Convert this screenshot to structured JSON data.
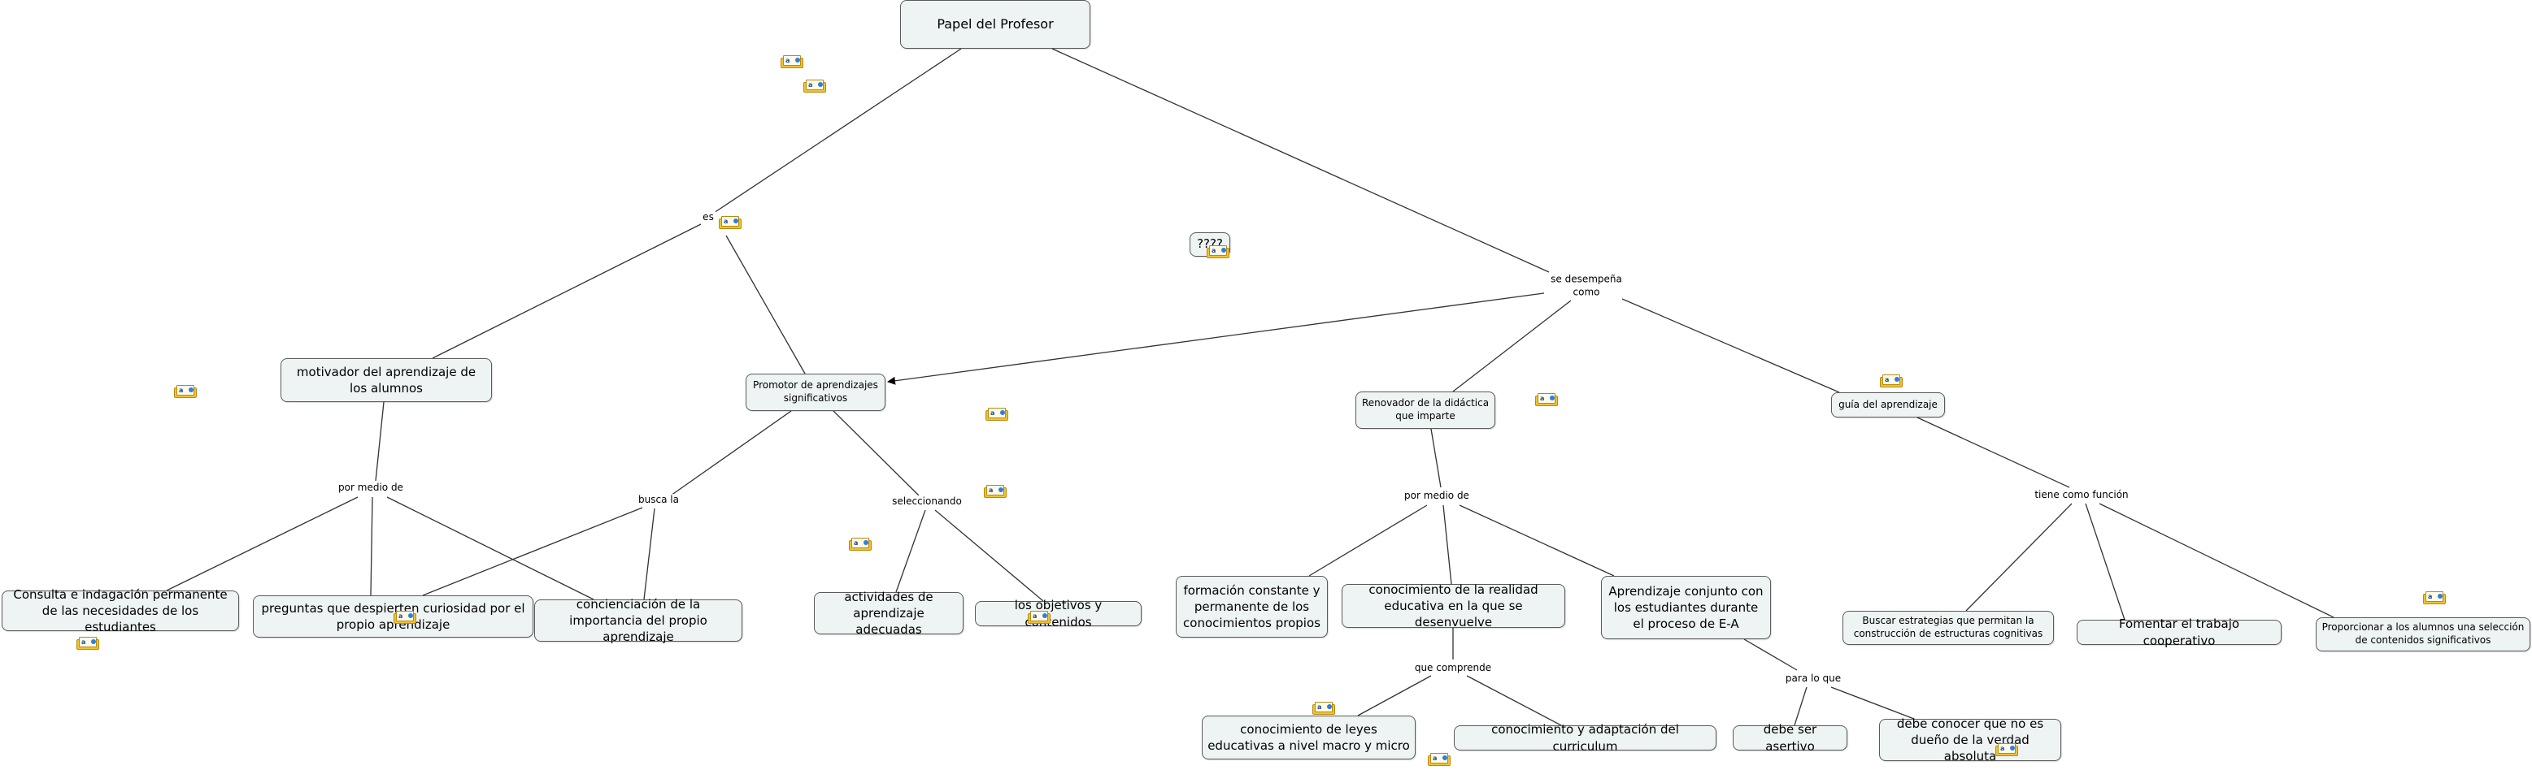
{
  "nodes": {
    "papel": "Papel del Profesor",
    "motivador": "motivador del aprendizaje de los alumnos",
    "promotor": "Promotor de aprendizajes significativos",
    "renovador": "Renovador de la didáctica que imparte",
    "guia": "guía del aprendizaje",
    "q": "????",
    "consulta": "Consulta e indagación permanente de las necesidades de los estudiantes",
    "preguntas": "preguntas que despierten curiosidad por el propio aprendizaje",
    "concienciacion": "concienciación de la importancia del propio aprendizaje",
    "actividades": "actividades de aprendizaje adecuadas",
    "objetivos": "los objetivos y contenidos",
    "formacion": "formación constante y permanente de los conocimientos propios",
    "conocimiento_realidad": "conocimiento de la realidad educativa en la que se desenvuelve",
    "aprendizaje_conjunto": "Aprendizaje conjunto con los estudiantes durante el proceso de E-A",
    "leyes": "conocimiento de leyes educativas a nivel macro y micro",
    "curriculum": "conocimiento y adaptación del curriculum",
    "asertivo": "debe ser asertivo",
    "verdad": "debe conocer que no es dueño de la verdad absoluta",
    "estrategias": "Buscar estrategias que permitan la construcción de estructuras cognitivas",
    "cooperativo": "Fomentar el trabajo cooperativo",
    "proporcionar": "Proporcionar a los alumnos una selección de contenidos significativos"
  },
  "linking_phrases": {
    "es": "es",
    "se_desempena": "se desempeña como",
    "por_medio_de_1": "por medio de",
    "busca_la": "busca la",
    "seleccionando": "seleccionando",
    "por_medio_de_2": "por medio de",
    "que_comprende": "que comprende",
    "para_lo_que": "para lo que",
    "tiene_como_funcion": "tiene como función"
  },
  "resource_icon": "resource-link-icon",
  "colors": {
    "node_fill": "#eef3f3",
    "node_border": "#5a5a5a",
    "link": "#333333",
    "resource_icon": "#f2c230"
  }
}
